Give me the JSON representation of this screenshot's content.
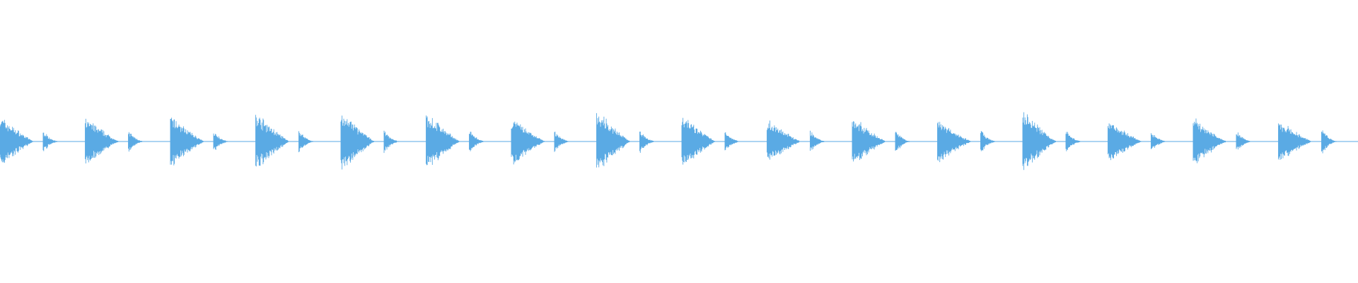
{
  "waveform": {
    "color": "#5aaae4",
    "background": "#ffffff",
    "beats": [
      {
        "amp1": 0.82,
        "amp2": 0.36
      },
      {
        "amp1": 0.78,
        "amp2": 0.36
      },
      {
        "amp1": 0.84,
        "amp2": 0.36
      },
      {
        "amp1": 0.92,
        "amp2": 0.38
      },
      {
        "amp1": 0.96,
        "amp2": 0.38
      },
      {
        "amp1": 0.94,
        "amp2": 0.38
      },
      {
        "amp1": 0.78,
        "amp2": 0.36
      },
      {
        "amp1": 1.0,
        "amp2": 0.4
      },
      {
        "amp1": 0.86,
        "amp2": 0.36
      },
      {
        "amp1": 0.7,
        "amp2": 0.36
      },
      {
        "amp1": 0.8,
        "amp2": 0.38
      },
      {
        "amp1": 0.72,
        "amp2": 0.38
      },
      {
        "amp1": 0.98,
        "amp2": 0.38
      },
      {
        "amp1": 0.72,
        "amp2": 0.36
      },
      {
        "amp1": 0.76,
        "amp2": 0.36
      },
      {
        "amp1": 0.66,
        "amp2": 0.42
      }
    ]
  }
}
